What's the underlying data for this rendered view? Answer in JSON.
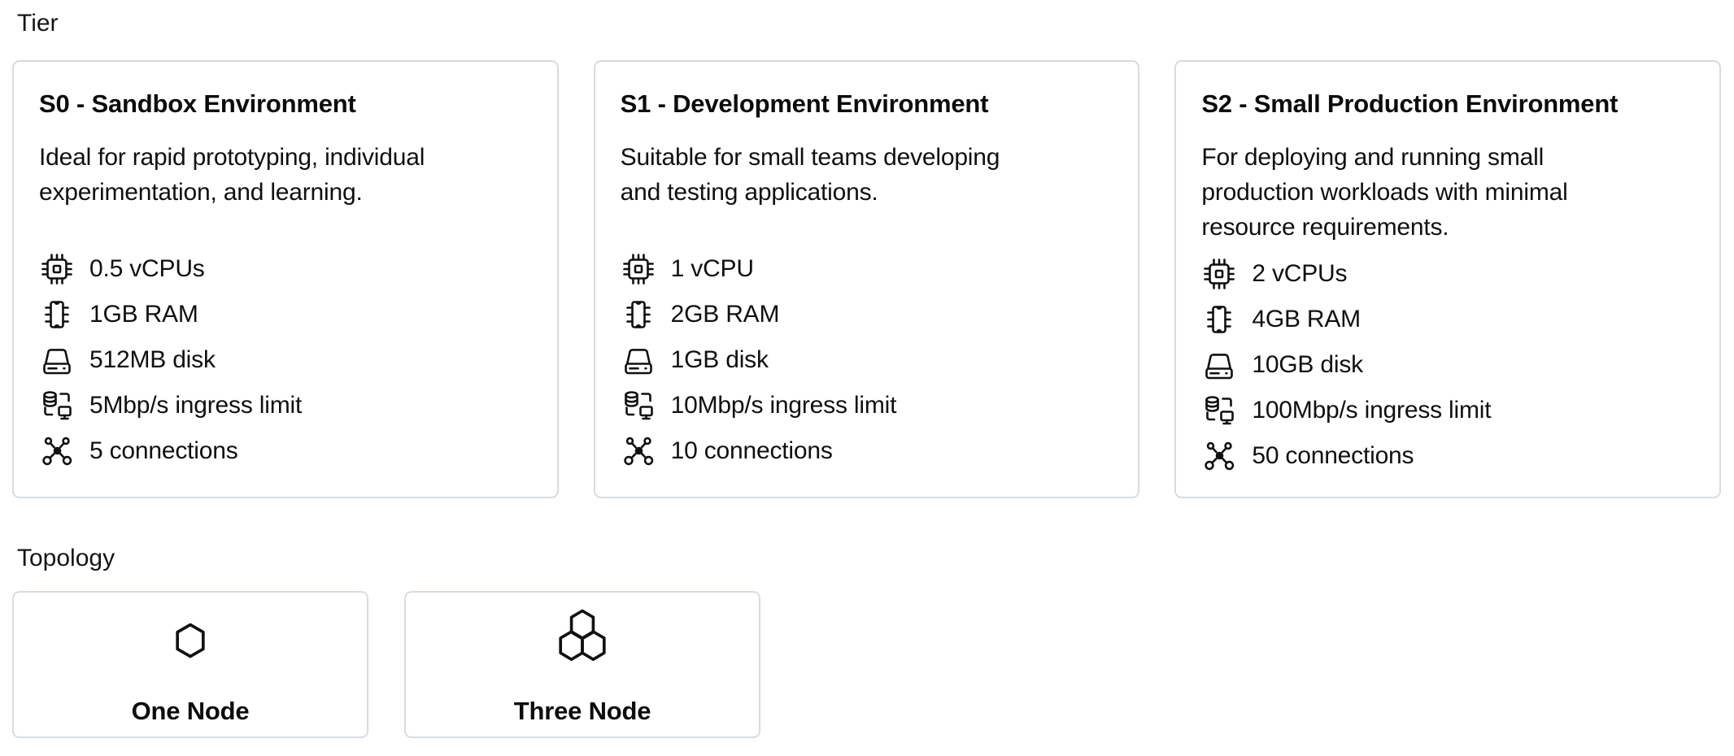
{
  "page": {
    "background_color": "#ffffff",
    "text_color": "#111111",
    "card_border_color": "#d5dce3"
  },
  "tier_section": {
    "label": "Tier",
    "cards": [
      {
        "id": "s0",
        "title": "S0 - Sandbox Environment",
        "description": "Ideal for rapid prototyping, individual\nexperimentation, and learning.",
        "specs": [
          {
            "icon": "cpu-icon",
            "text": "0.5 vCPUs"
          },
          {
            "icon": "ram-icon",
            "text": "1GB RAM"
          },
          {
            "icon": "disk-icon",
            "text": "512MB disk"
          },
          {
            "icon": "ingress-icon",
            "text": "5Mbp/s ingress limit"
          },
          {
            "icon": "connections-icon",
            "text": "5 connections"
          }
        ]
      },
      {
        "id": "s1",
        "title": "S1 - Development Environment",
        "description": "Suitable for small teams developing\nand testing applications.",
        "specs": [
          {
            "icon": "cpu-icon",
            "text": "1 vCPU"
          },
          {
            "icon": "ram-icon",
            "text": "2GB RAM"
          },
          {
            "icon": "disk-icon",
            "text": "1GB disk"
          },
          {
            "icon": "ingress-icon",
            "text": "10Mbp/s ingress limit"
          },
          {
            "icon": "connections-icon",
            "text": "10 connections"
          }
        ]
      },
      {
        "id": "s2",
        "title": "S2 - Small Production Environment",
        "description": "For deploying and running small\nproduction workloads with minimal\nresource requirements.",
        "specs": [
          {
            "icon": "cpu-icon",
            "text": "2 vCPUs"
          },
          {
            "icon": "ram-icon",
            "text": "4GB RAM"
          },
          {
            "icon": "disk-icon",
            "text": "10GB disk"
          },
          {
            "icon": "ingress-icon",
            "text": "100Mbp/s ingress limit"
          },
          {
            "icon": "connections-icon",
            "text": "50 connections"
          }
        ]
      }
    ]
  },
  "topology_section": {
    "label": "Topology",
    "cards": [
      {
        "id": "one-node",
        "icon": "one-node-icon",
        "label": "One Node"
      },
      {
        "id": "three-node",
        "icon": "three-node-icon",
        "label": "Three Node"
      }
    ]
  }
}
